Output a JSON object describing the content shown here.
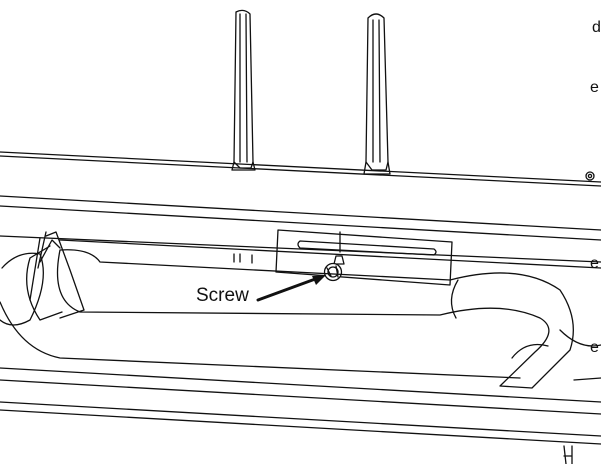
{
  "callout": {
    "label": "Screw",
    "target": "screw"
  },
  "partial_text": [
    "d",
    "e",
    "e",
    "e"
  ],
  "colors": {
    "line": "#111111",
    "background": "#ffffff"
  }
}
